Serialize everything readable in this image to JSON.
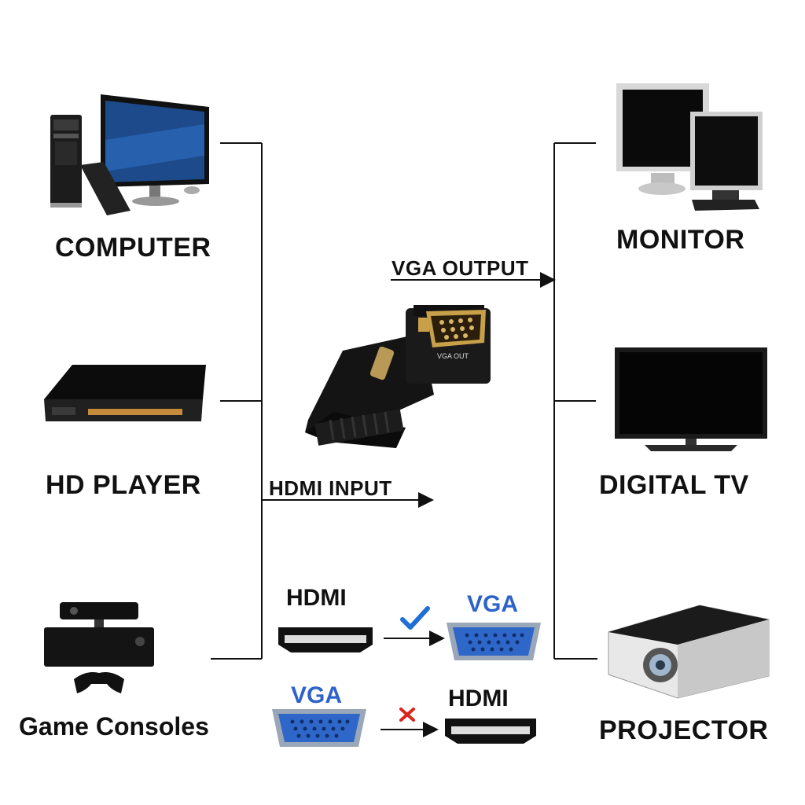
{
  "labels": {
    "computer": "COMPUTER",
    "hd_player": "HD PLAYER",
    "game_consoles": "Game Consoles",
    "monitor": "MONITOR",
    "digital_tv": "DIGITAL TV",
    "projector": "PROJECTOR",
    "vga_output": "VGA OUTPUT",
    "hdmi_input": "HDMI INPUT"
  },
  "adapter": {
    "port_print": "VGA OUT"
  },
  "direction_legend": {
    "supported": {
      "from": "HDMI",
      "to": "VGA",
      "mark": "check"
    },
    "unsupported": {
      "from": "VGA",
      "to": "HDMI",
      "mark": "cross"
    }
  },
  "colors": {
    "line": "#111111",
    "vga_blue": "#2d63c8",
    "check_blue": "#1f6fd6",
    "cross_red": "#d9241c",
    "connector_gold": "#c9a04a"
  }
}
